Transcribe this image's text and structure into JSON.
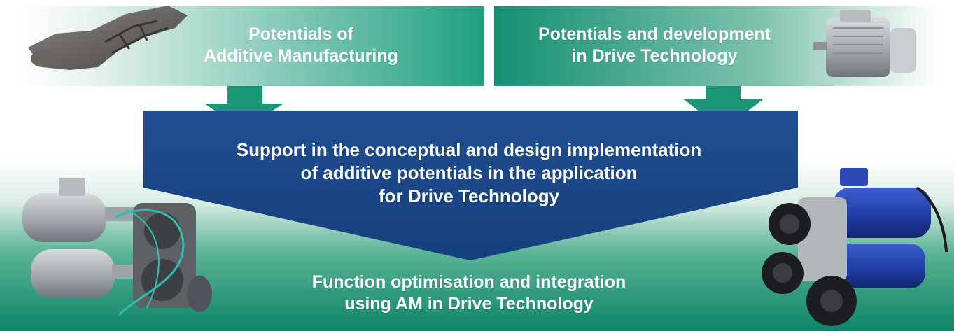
{
  "boxes": {
    "additive_manufacturing": {
      "lines": [
        "Potentials of",
        "Additive Manufacturing"
      ]
    },
    "drive_technology": {
      "lines": [
        "Potentials and development",
        "in Drive Technology"
      ]
    }
  },
  "central_arrow": {
    "lines": [
      "Support in the conceptual and design implementation",
      "of additive potentials in the application",
      "for Drive Technology"
    ]
  },
  "result": {
    "lines": [
      "Function optimisation and integration",
      "using AM in Drive Technology"
    ]
  },
  "colors": {
    "teal_box": "#1b9777",
    "teal_dark": "#0c7a62",
    "navy_arrow": "#1a4a8a",
    "navy_dark": "#123a73",
    "text": "#ffffff"
  }
}
